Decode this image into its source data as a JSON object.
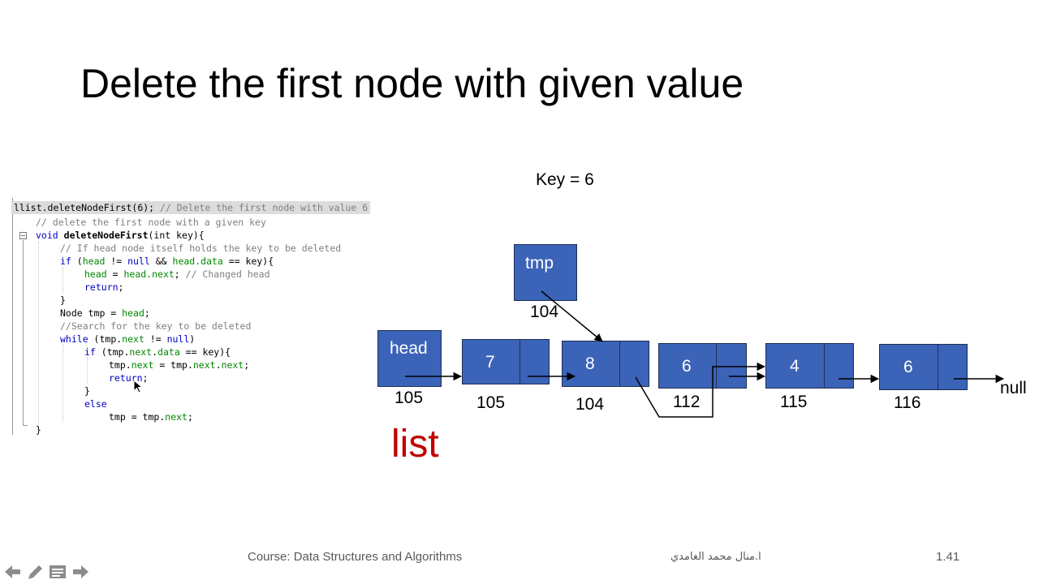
{
  "slide": {
    "title": "Delete the first node with given value"
  },
  "code": {
    "call_line": "llist.deleteNodeFirst(6);",
    "call_comment": "// Delete the first node with value 6",
    "comment_func": "// delete the first node with a given key",
    "sig_void": "void",
    "sig_name": "deleteNodeFirst",
    "sig_params": "(int key){",
    "comment_head": "// If head node itself holds the key to be deleted",
    "if_kw": "if",
    "if_open": " (",
    "head1": "head",
    "if_ne": " != ",
    "null1": "null",
    "if_and": " && ",
    "head_data": "head.data",
    "if_tail": " == key){",
    "head2": "head",
    "eq": " = ",
    "head_next": "head.next",
    "semi_comment": "; ",
    "changed_head": "// Changed head",
    "return1": "return",
    "semi": ";",
    "brace_close": "}",
    "node_tmp": "Node tmp = ",
    "head3": "head",
    "comment_search": "//Search for the key to be deleted",
    "while_kw": "while",
    "while_open": " (tmp.",
    "next1": "next",
    "while_ne": " != ",
    "null2": "null",
    "while_close": ")",
    "if2_kw": "if",
    "if2_open": " (tmp.",
    "next2": "next",
    "if2_mid": ".",
    "data1": "data",
    "if2_tail": " == key){",
    "tmp1": "tmp.",
    "next3": "next",
    "assign_mid": " = tmp.",
    "next4": "next",
    "dot1": ".",
    "next5": "next",
    "semi2": ";",
    "return2": "return",
    "semi3": ";",
    "brace2": "}",
    "else_kw": "else",
    "tmp_assign": "tmp = tmp.",
    "next6": "next",
    "semi4": ";",
    "final_brace": "}",
    "gutter_minus": "−"
  },
  "diagram": {
    "key_label": "Key = 6",
    "tmp_label": "tmp",
    "tmp_addr": "104",
    "head_label": "head",
    "head_addr": "105",
    "nodes": [
      {
        "value": "7",
        "addr": "105"
      },
      {
        "value": "8",
        "addr": "104"
      },
      {
        "value": "6",
        "addr": "112"
      },
      {
        "value": "4",
        "addr": "115"
      },
      {
        "value": "6",
        "addr": "116"
      }
    ],
    "null_label": "null",
    "list_label": "list",
    "node_color": "#3b63b7",
    "list_color": "#c00000"
  },
  "footer": {
    "course": "Course: Data Structures and Algorithms",
    "author": "ا.منال محمد الغامدي",
    "slide_number": "1.41"
  },
  "nav": [
    "previous-icon",
    "pen-icon",
    "menu-icon",
    "next-icon"
  ]
}
